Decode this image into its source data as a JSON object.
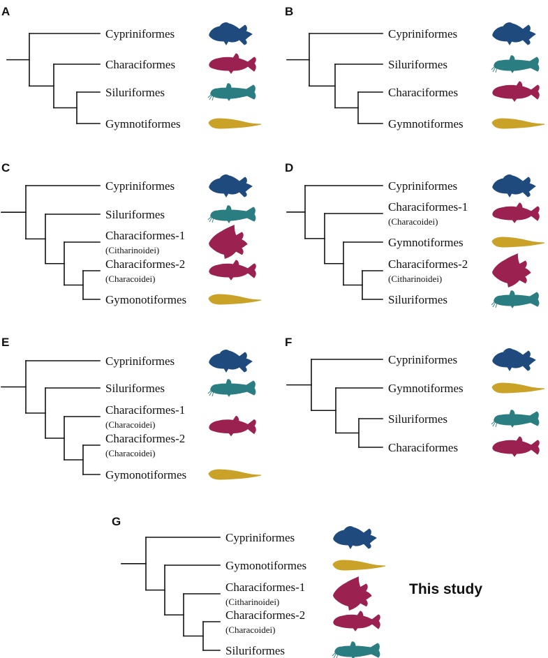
{
  "colors": {
    "cypriniformes": "#1f4a7d",
    "characiformes": "#9b2150",
    "siluriformes": "#2a7d80",
    "gymnotiformes": "#c9a227"
  },
  "note": "This study",
  "panels": [
    {
      "letter": "A",
      "tips": [
        {
          "label": "Cypriniformes",
          "icon": "carp"
        },
        {
          "label": "Characiformes",
          "icon": "tetra"
        },
        {
          "label": "Siluriformes",
          "icon": "catfish"
        },
        {
          "label": "Gymnotiformes",
          "icon": "knifefish"
        }
      ]
    },
    {
      "letter": "B",
      "tips": [
        {
          "label": "Cypriniformes",
          "icon": "carp"
        },
        {
          "label": "Siluriformes",
          "icon": "catfish"
        },
        {
          "label": "Characiformes",
          "icon": "tetra"
        },
        {
          "label": "Gymnotiformes",
          "icon": "knifefish"
        }
      ]
    },
    {
      "letter": "C",
      "tips": [
        {
          "label": "Cypriniformes",
          "icon": "carp"
        },
        {
          "label": "Siluriformes",
          "icon": "catfish"
        },
        {
          "label": "Characiformes-1",
          "sub": "(Citharinoidei)",
          "icon": "citharinid"
        },
        {
          "label": "Characiformes-2",
          "sub": "(Characoidei)",
          "icon": "tetra"
        },
        {
          "label": "Gymonotiformes",
          "icon": "knifefish"
        }
      ]
    },
    {
      "letter": "D",
      "tips": [
        {
          "label": "Cypriniformes",
          "icon": "carp"
        },
        {
          "label": "Characiformes-1",
          "sub": "(Characoidei)",
          "icon": "tetra"
        },
        {
          "label": "Gymnotiformes",
          "icon": "knifefish"
        },
        {
          "label": "Characiformes-2",
          "sub": "(Citharinoidei)",
          "icon": "citharinid"
        },
        {
          "label": "Siluriformes",
          "icon": "catfish"
        }
      ]
    },
    {
      "letter": "E",
      "tips": [
        {
          "label": "Cypriniformes",
          "icon": "carp"
        },
        {
          "label": "Siluriformes",
          "icon": "catfish"
        },
        {
          "label": "Characiformes-1",
          "sub": "(Characoidei)",
          "icon": "tetra"
        },
        {
          "label": "Characiformes-2",
          "sub": "(Characoidei)",
          "icon": ""
        },
        {
          "label": "Gymonotiformes",
          "icon": "knifefish"
        }
      ]
    },
    {
      "letter": "F",
      "tips": [
        {
          "label": "Cypriniformes",
          "icon": "carp"
        },
        {
          "label": "Gymnotiformes",
          "icon": "knifefish"
        },
        {
          "label": "Siluriformes",
          "icon": "catfish"
        },
        {
          "label": "Characiformes",
          "icon": "tetra"
        }
      ]
    },
    {
      "letter": "G",
      "tips": [
        {
          "label": "Cypriniformes",
          "icon": "carp"
        },
        {
          "label": "Gymonotiformes",
          "icon": "knifefish"
        },
        {
          "label": "Characiformes-1",
          "sub": "(Citharinoidei)",
          "icon": "citharinid"
        },
        {
          "label": "Characiformes-2",
          "sub": "(Characoidei)",
          "icon": "tetra"
        },
        {
          "label": "Siluriformes",
          "icon": "catfish"
        }
      ]
    }
  ]
}
